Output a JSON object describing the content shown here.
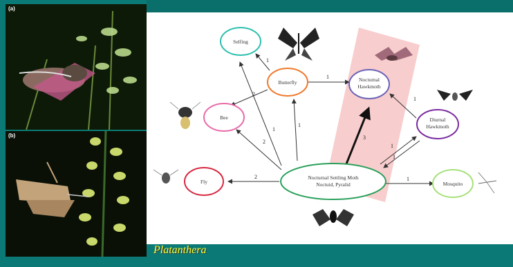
{
  "photos": {
    "a_label": "(a)",
    "b_label": "(b)"
  },
  "caption": "Platanthera",
  "nodes": {
    "selfing": "Selfing",
    "butterfly": "Butterfly",
    "nocturnal_hawkmoth": [
      "Nocturnal",
      "Hawkmoth"
    ],
    "bee": "Bee",
    "diurnal_hawkmoth": [
      "Diurnal",
      "Hawkmoth"
    ],
    "fly": "Fly",
    "settling_moth": [
      "Nocturnal Settling Moth",
      "Noctuid, Pyralid"
    ],
    "mosquito": "Mosquito"
  },
  "edge_labels": {
    "butterfly_selfing": "1",
    "butterfly_nocturnal": "1",
    "butterfly_bee": "2",
    "diurnal_nocturnal": "1",
    "moth_selfing": "1",
    "moth_butterfly": "1",
    "moth_bee": "2",
    "moth_diurnal_up": "1",
    "moth_diurnal_down": "1",
    "highlight_arrow": "3",
    "moth_fly": "2",
    "moth_mosquito": "1"
  },
  "colors": {
    "selfing": "#2bbfae",
    "butterfly": "#f0782a",
    "nocturnal_hawkmoth": "#6a63b8",
    "bee": "#e86aa8",
    "diurnal_hawkmoth": "#7a2aa0",
    "fly": "#d62840",
    "settling_moth": "#2aa05a",
    "mosquito": "#a6e07a",
    "highlight": "#f7c8c8"
  }
}
